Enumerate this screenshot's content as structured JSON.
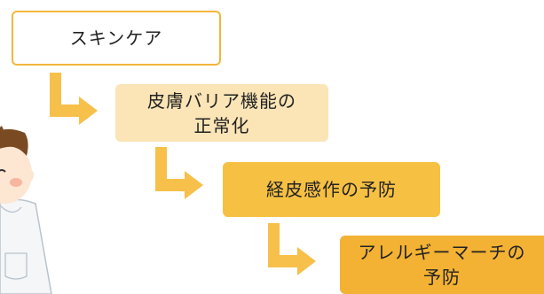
{
  "flow_steps": [
    {
      "lines": [
        "スキンケア"
      ]
    },
    {
      "lines": [
        "皮膚バリア機能の",
        "正常化"
      ]
    },
    {
      "lines": [
        "経皮感作の予防"
      ]
    },
    {
      "lines": [
        "アレルギーマーチの",
        "予防"
      ]
    }
  ],
  "colors": {
    "box1_fill": "#ffffff",
    "box1_border": "#f3b63a",
    "box2_fill": "#fbe5b6",
    "box3_fill": "#f6c042",
    "box4_fill": "#f3b233",
    "arrow": "#f6c04a"
  },
  "icons": {
    "arrows": "bent-down-right-arrow",
    "character": "doctor-character-illustration"
  }
}
